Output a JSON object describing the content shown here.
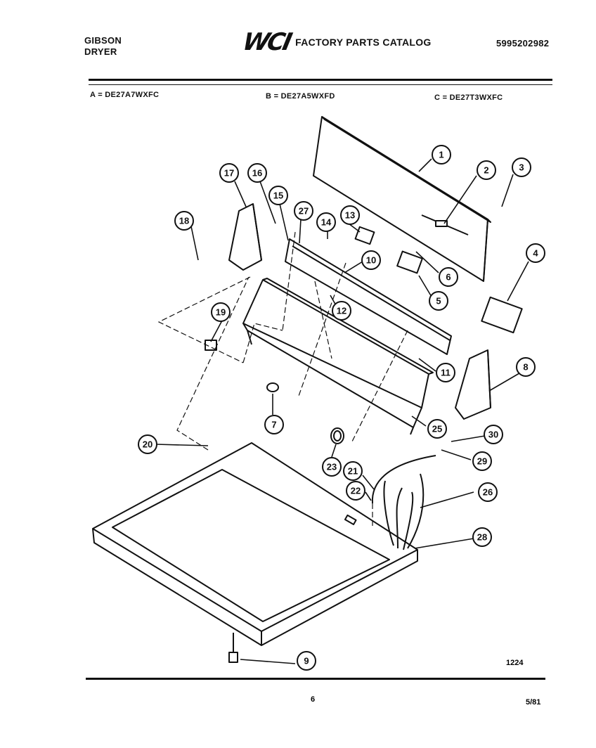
{
  "header": {
    "brand_line1": "GIBSON",
    "brand_line2": "DRYER",
    "logo": "WCI",
    "catalog_title": "FACTORY PARTS CATALOG",
    "catalog_number": "5995202982"
  },
  "models": {
    "a": "A = DE27A7WXFC",
    "b": "B = DE27A5WXFD",
    "c": "C = DE27T3WXFC"
  },
  "callouts": [
    "1",
    "2",
    "3",
    "4",
    "5",
    "6",
    "7",
    "8",
    "9",
    "10",
    "11",
    "12",
    "13",
    "14",
    "15",
    "16",
    "17",
    "18",
    "19",
    "20",
    "21",
    "22",
    "23",
    "25",
    "26",
    "27",
    "28",
    "29",
    "30"
  ],
  "footer": {
    "drawing_number": "1224",
    "page_number": "6",
    "date": "5/81"
  },
  "colors": {
    "ink": "#111111",
    "paper": "#ffffff"
  }
}
